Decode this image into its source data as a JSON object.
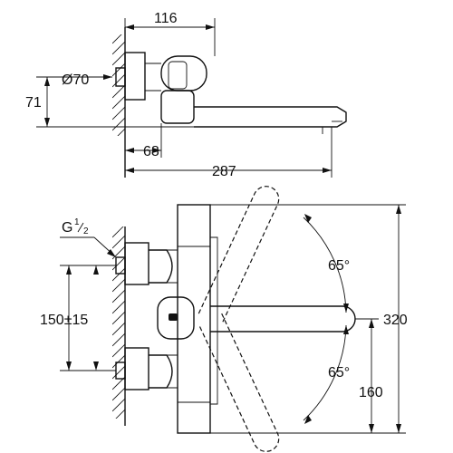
{
  "top_view": {
    "dim_width": "116",
    "dim_diameter": "Ø70",
    "dim_height": "71",
    "dim_offset": "68",
    "dim_length": "287"
  },
  "front_view": {
    "thread_main": "G",
    "thread_num": "1",
    "thread_den": "2",
    "dim_spacing": "150±15",
    "angle_upper": "65°",
    "angle_lower": "65°",
    "dim_total_height": "320",
    "dim_spout_height": "160"
  }
}
